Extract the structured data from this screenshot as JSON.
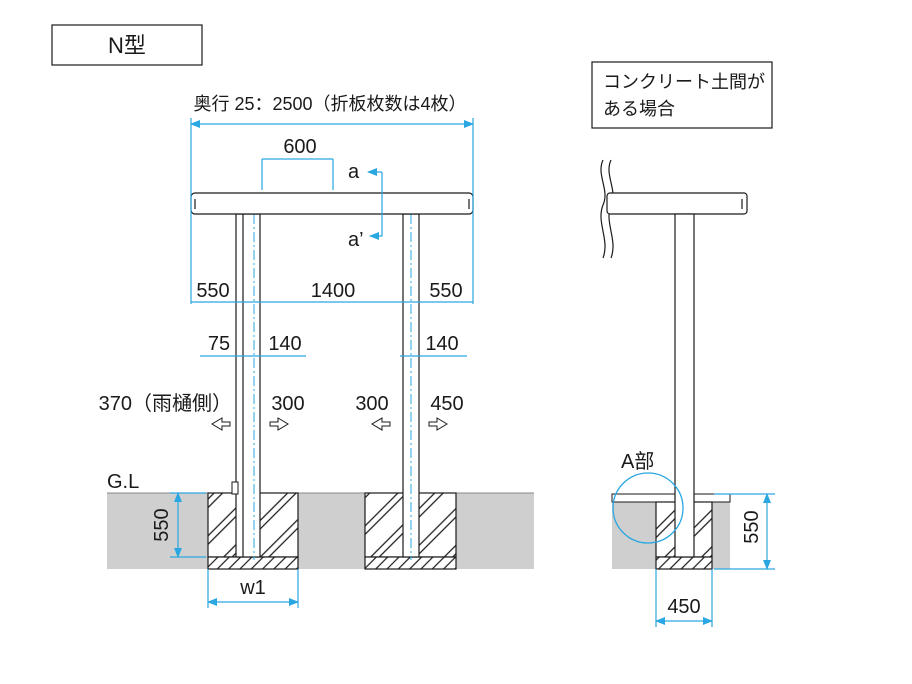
{
  "title_box": {
    "label": "N型"
  },
  "note_box": {
    "line1": "コンクリート土間が",
    "line2": "ある場合"
  },
  "left_view": {
    "depth_label": "奥行 25：2500（折板枚数は4枚）",
    "dim_600": "600",
    "section_a": "a",
    "section_a_prime": "a’",
    "dim_550_left": "550",
    "dim_1400": "1400",
    "dim_550_right": "550",
    "dim_75": "75",
    "dim_140_left": "140",
    "dim_140_right": "140",
    "dim_370": "370（雨樋側）",
    "dim_300_left": "300",
    "dim_300_right": "300",
    "dim_450": "450",
    "gl_label": "G.L",
    "depth_550": "550",
    "w1_label": "w1"
  },
  "right_view": {
    "a_part_label": "A部",
    "depth_550": "550",
    "width_450": "450"
  },
  "colors": {
    "dimension": "#2aa7e0",
    "ground": "#cfcfcf",
    "line": "#1a1a1a"
  }
}
